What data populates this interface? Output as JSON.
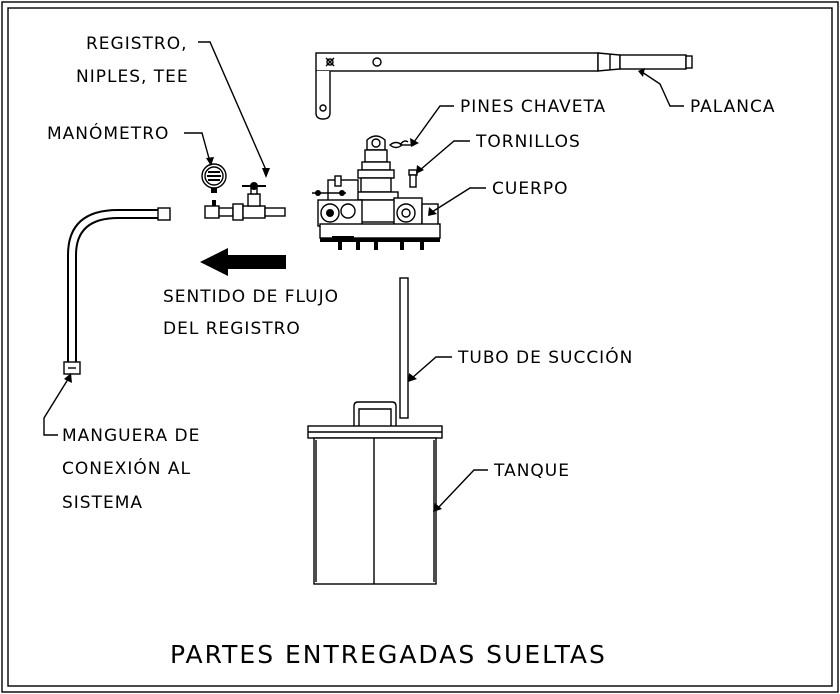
{
  "title": "PARTES ENTREGADAS SUELTAS",
  "labels": {
    "registro_line1": "REGISTRO,",
    "registro_line2": "NIPLES, TEE",
    "manometro": "MANÓMETRO",
    "pines_chaveta": "PINES CHAVETA",
    "tornillos": "TORNILLOS",
    "cuerpo": "CUERPO",
    "palanca": "PALANCA",
    "sentido_line1": "SENTIDO DE FLUJO",
    "sentido_line2": "DEL REGISTRO",
    "tubo_succion": "TUBO DE SUCCIÓN",
    "manguera_line1": "MANGUERA DE",
    "manguera_line2": "CONEXIÓN AL",
    "manguera_line3": "SISTEMA",
    "tanque": "TANQUE"
  }
}
